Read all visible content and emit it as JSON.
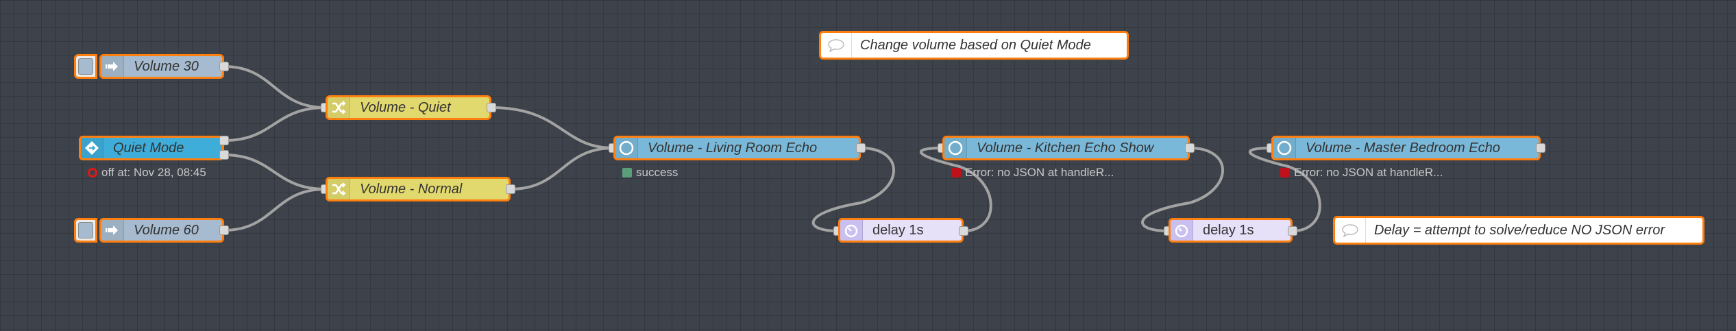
{
  "canvas": {
    "background": "#3d424b",
    "wire_color": "#a3a3a3",
    "selection_color": "#ff7f0e"
  },
  "nodes": {
    "volume30": {
      "label": "Volume 30",
      "type": "inject"
    },
    "volume60": {
      "label": "Volume 60",
      "type": "inject"
    },
    "quiet_mode": {
      "label": "Quiet Mode",
      "type": "ha-entity",
      "status": "off at: Nov 28, 08:45",
      "status_color": "#e01818"
    },
    "volume_quiet": {
      "label": "Volume - Quiet",
      "type": "change"
    },
    "volume_normal": {
      "label": "Volume - Normal",
      "type": "change"
    },
    "living_room": {
      "label": "Volume - Living Room Echo",
      "type": "api-call-service",
      "status": "success",
      "status_color": "#5a9e7c"
    },
    "kitchen": {
      "label": "Volume - Kitchen Echo Show",
      "type": "api-call-service",
      "status": "Error: no JSON at handleR...",
      "status_color": "#c0101a"
    },
    "master_bedroom": {
      "label": "Volume - Master Bedroom Echo",
      "type": "api-call-service",
      "status": "Error: no JSON at handleR...",
      "status_color": "#c0101a"
    },
    "delay1": {
      "label": "delay 1s",
      "type": "delay"
    },
    "delay2": {
      "label": "delay 1s",
      "type": "delay"
    }
  },
  "comments": {
    "change_volume": {
      "text": "Change volume based on Quiet Mode",
      "icon": "comment-icon"
    },
    "delay_note": {
      "text": "Delay = attempt to solve/reduce NO JSON error",
      "icon": "comment-icon"
    }
  },
  "icons": {
    "inject": "arrow-right-icon",
    "change": "shuffle-icon",
    "api": "circle-icon",
    "delay": "timer-icon",
    "ha_entity": "home-assistant-icon"
  }
}
